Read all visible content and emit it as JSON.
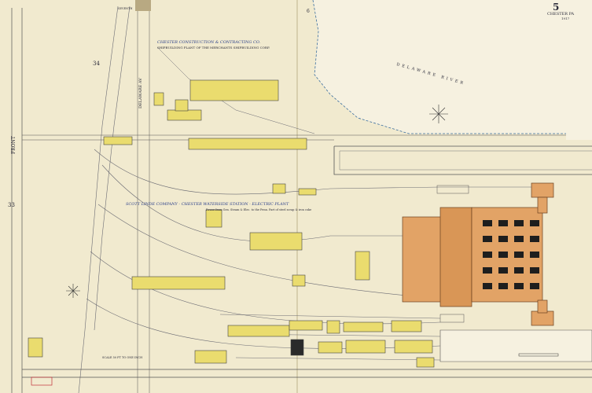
{
  "sheet": {
    "number": "5",
    "place": "CHESTER PA",
    "year": "1917"
  },
  "streets": {
    "front": "FRONT",
    "delaware_av": "DELAWARE AV",
    "tide": "SEVENTH"
  },
  "river": {
    "name": "DELAWARE RIVER"
  },
  "block_numbers": {
    "b34": "34",
    "b33": "33",
    "b6": "6"
  },
  "owners": {
    "chester_construction": {
      "line1": "CHESTER CONSTRUCTION & CONTRACTING CO.",
      "line2": "SHIPBUILDING PLANT OF THE MERCHANTS SHIPBUILDING CORP."
    },
    "power_station": {
      "line1": "SCOTT LINDE COMPANY - CHESTER WATERSIDE STATION - ELECTRIC PLANT",
      "line2": "Power from Gen. Steam & Elec. to the Penn. Part of steel scrap & iron coke"
    }
  },
  "scale_note": "SCALE 50 FT TO ONE INCH",
  "colors": {
    "paper": "#f1eacf",
    "brick": "#e2a366",
    "brick_dark": "#c98040",
    "frame": "#eadc6e",
    "water_line": "#3a6ea0",
    "rail": "#6b6b73"
  }
}
